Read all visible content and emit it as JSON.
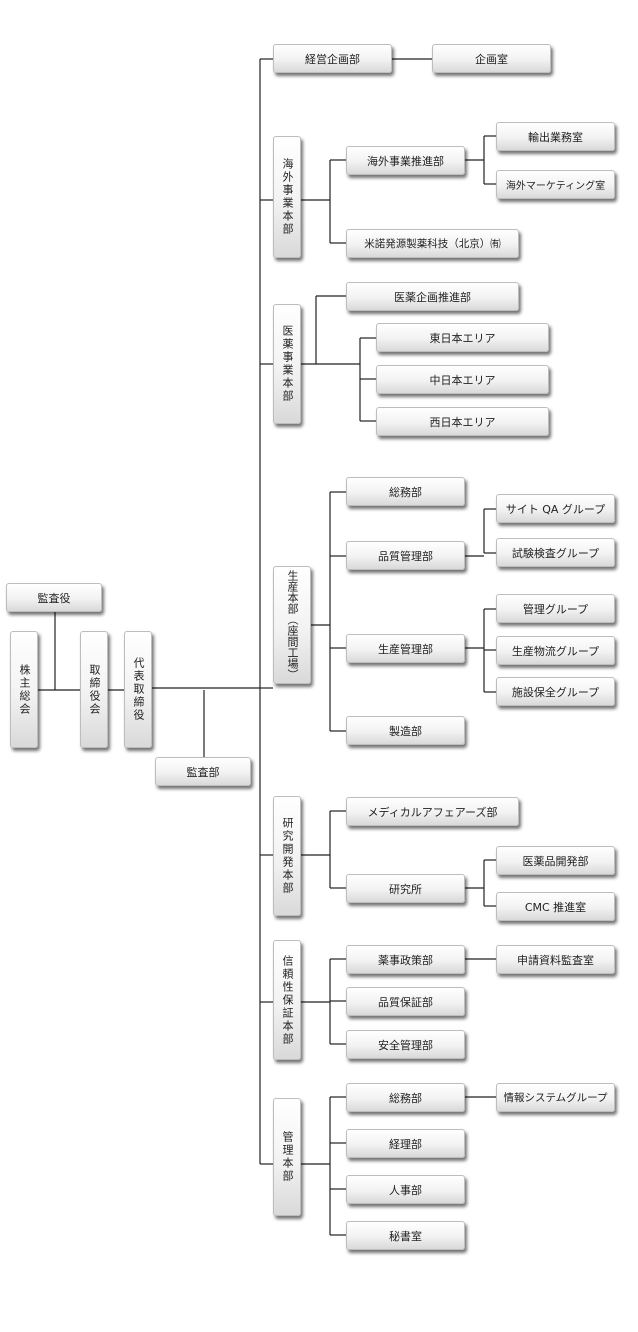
{
  "root": {
    "auditor": "監査役",
    "shareholders": "株主総会",
    "board": "取締役会",
    "president": "代表取締役",
    "audit_dept": "監査部"
  },
  "divisions": [
    {
      "label": "経営企画部",
      "children": [
        {
          "label": "企画室"
        }
      ]
    },
    {
      "label": "海外事業本部",
      "children": [
        {
          "label": "海外事業推進部",
          "children": [
            {
              "label": "輸出業務室"
            },
            {
              "label": "海外マーケティング室"
            }
          ]
        },
        {
          "label": "米諾発源製薬科技（北京）㈲"
        }
      ]
    },
    {
      "label": "医薬事業本部",
      "children": [
        {
          "label": "医薬企画推進部"
        },
        {
          "label": "東日本エリア"
        },
        {
          "label": "中日本エリア"
        },
        {
          "label": "西日本エリア"
        }
      ]
    },
    {
      "label": "生産本部（座間工場）",
      "children": [
        {
          "label": "総務部"
        },
        {
          "label": "品質管理部",
          "children": [
            {
              "label": "サイト QA グループ"
            },
            {
              "label": "試験検査グループ"
            }
          ]
        },
        {
          "label": "生産管理部",
          "children": [
            {
              "label": "管理グループ"
            },
            {
              "label": "生産物流グループ"
            },
            {
              "label": "施設保全グループ"
            }
          ]
        },
        {
          "label": "製造部"
        }
      ]
    },
    {
      "label": "研究開発本部",
      "children": [
        {
          "label": "メディカルアフェアーズ部"
        },
        {
          "label": "研究所",
          "children": [
            {
              "label": "医薬品開発部"
            },
            {
              "label": "CMC 推進室"
            }
          ]
        }
      ]
    },
    {
      "label": "信頼性保証本部",
      "children": [
        {
          "label": "薬事政策部",
          "children": [
            {
              "label": "申請資料監査室"
            }
          ]
        },
        {
          "label": "品質保証部"
        },
        {
          "label": "安全管理部"
        }
      ]
    },
    {
      "label": "管理本部",
      "children": [
        {
          "label": "総務部",
          "children": [
            {
              "label": "情報システムグループ"
            }
          ]
        },
        {
          "label": "経理部"
        },
        {
          "label": "人事部"
        },
        {
          "label": "秘書室"
        }
      ]
    }
  ]
}
